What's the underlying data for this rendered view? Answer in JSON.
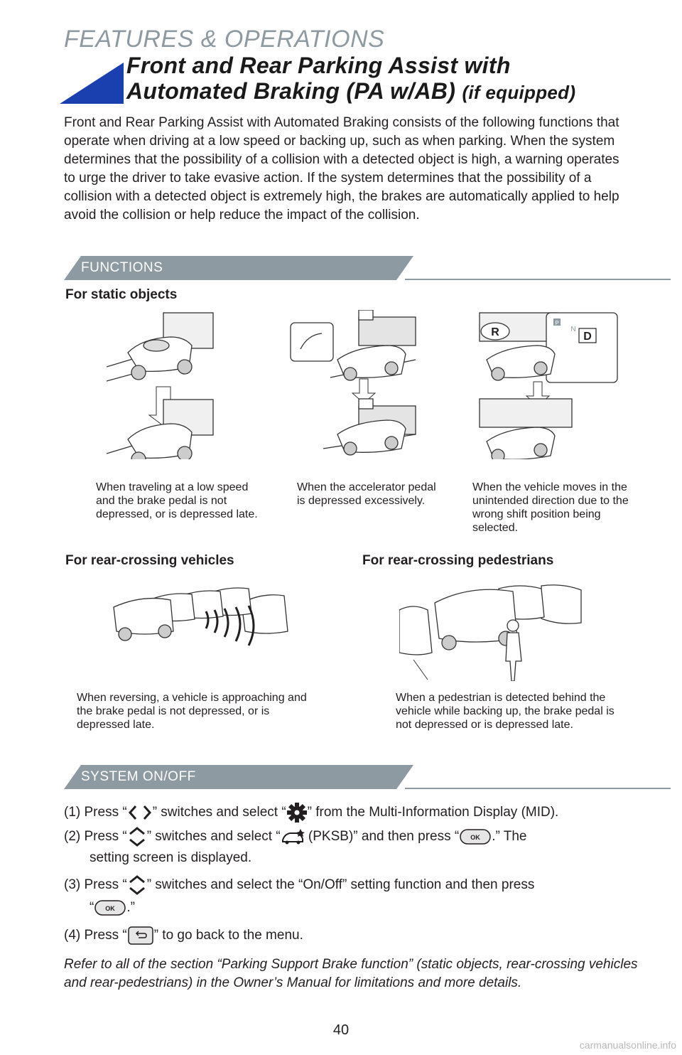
{
  "header": {
    "section": "FEATURES & OPERATIONS",
    "title_line1": "Front and Rear Parking Assist with",
    "title_line2": "Automated Braking (PA w/AB)",
    "title_suffix": "(if equipped)"
  },
  "intro": "Front and Rear Parking Assist with Automated Braking consists of the following functions that operate when driving at a low speed or backing up, such as when parking. When the system determines that the possibility of a collision with a detected object is high, a warning operates to urge the driver to take evasive action. If the system determines that the possibility of a collision with a detected object is extremely high, the brakes are automatically applied to help avoid the collision or help reduce the impact of the collision.",
  "functions": {
    "band_label": "FUNCTIONS",
    "static_heading": "For static objects",
    "static_captions": [
      "When traveling at a low speed and the brake pedal is not depressed, or is depressed late.",
      "When the accelerator pedal is depressed excessively.",
      "When the vehicle moves in the unintended direction due to the wrong shift position being selected."
    ],
    "shift_labels": {
      "r": "R",
      "d": "D",
      "p": "P",
      "n": "N"
    },
    "vehicles_heading": "For rear-crossing vehicles",
    "vehicles_caption": "When reversing, a vehicle is approaching and the brake pedal is not depressed, or is depressed late.",
    "pedestrians_heading": "For rear-crossing pedestrians",
    "pedestrians_caption": "When a pedestrian is detected behind the vehicle while backing up, the brake pedal is not depressed or is depressed late."
  },
  "system": {
    "band_label": "SYSTEM ON/OFF",
    "step1_a": "(1) Press “",
    "step1_b": "” switches and select “",
    "step1_c": "” from the Multi-Information Display (MID).",
    "step2_a": "(2) Press “",
    "step2_b": "” switches and select “",
    "step2_c": " (PKSB)” and then press “",
    "step2_d": ".” The",
    "step2_e": "setting screen is displayed.",
    "step3_a": "(3) Press “",
    "step3_b": "” switches and select the “On/Off” setting function and then press",
    "step3_c": "“",
    "step3_d": ".”",
    "step4_a": "(4) Press “",
    "step4_b": "” to go back to the menu.",
    "ok_label": "OK"
  },
  "note": "Refer to all of the section “Parking Support Brake function” (static objects, rear-crossing vehicles and rear-pedestrians) in the Owner’s Manual for limitations and more details.",
  "page_number": "40",
  "watermark": "carmanualsonline.info",
  "colors": {
    "accent_blue": "#1a3fae",
    "band_gray": "#8d9aa1"
  }
}
